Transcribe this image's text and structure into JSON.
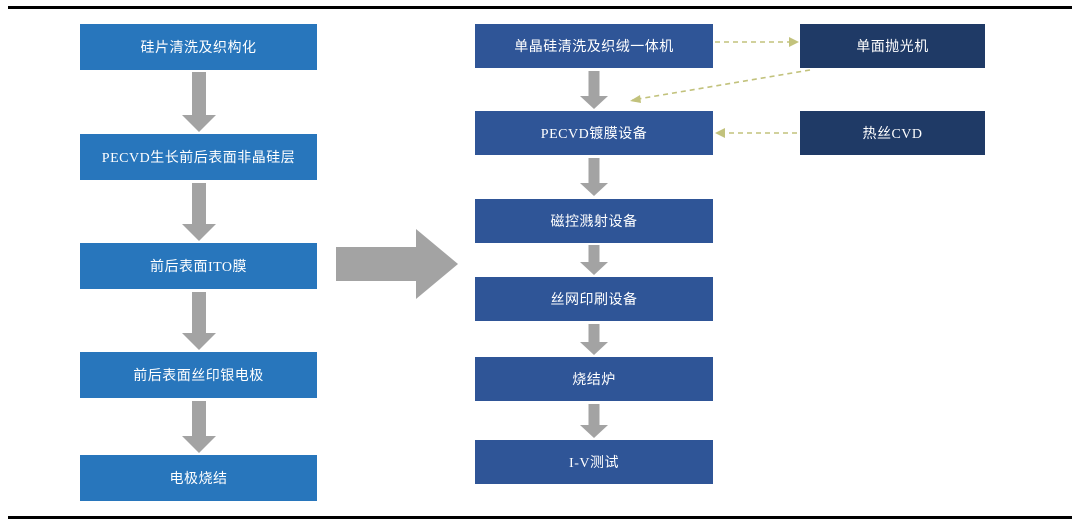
{
  "diagram": {
    "type": "flowchart",
    "left_column": {
      "steps": [
        "硅片清洗及织构化",
        "PECVD生长前后表面非晶硅层",
        "前后表面ITO膜",
        "前后表面丝印银电极",
        "电极烧结"
      ]
    },
    "middle_column": {
      "steps": [
        "单晶硅清洗及织绒一体机",
        "PECVD镀膜设备",
        "磁控溅射设备",
        "丝网印刷设备",
        "烧结炉",
        "I-V测试"
      ]
    },
    "side_column": {
      "boxes": [
        "单面抛光机",
        "热丝CVD"
      ]
    },
    "colors": {
      "left_box": "#2876BC",
      "middle_box": "#2F5597",
      "side_box": "#1F3A66",
      "arrow": "#A3A3A3",
      "dashed_connector": "#C2C27C",
      "rule": "#000000",
      "box_text": "#FFFFFF",
      "background": "#FFFFFF"
    }
  }
}
